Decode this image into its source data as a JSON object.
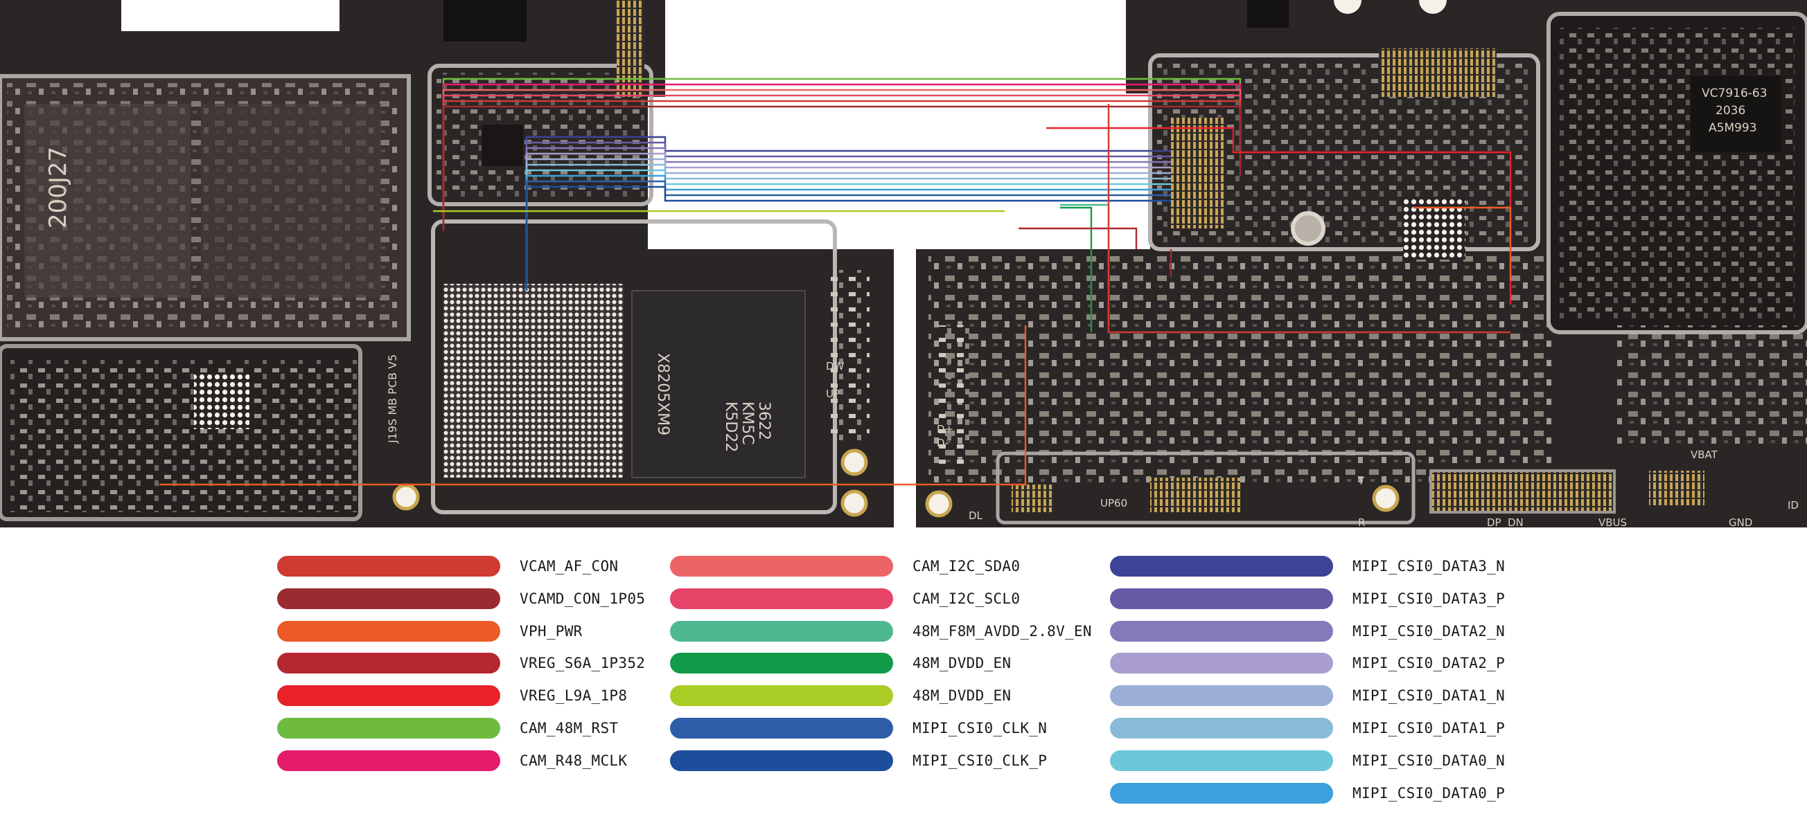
{
  "board": {
    "left_markings": [
      "200J27",
      "J19S MB PCB V5"
    ],
    "chip_markings": [
      "K5D22",
      "KM5C",
      "3622",
      "X8205XM9"
    ],
    "right_markings": [
      "VC7916-63",
      "2036",
      "A5M993"
    ],
    "pad_labels": [
      "DW",
      "UP",
      "UP60",
      "DL",
      "D+",
      "D-",
      "T",
      "R",
      "DP",
      "DN",
      "VBUS",
      "GND",
      "ID",
      "VBAT"
    ]
  },
  "legend": [
    {
      "label": "VCAM_AF_CON",
      "color": "#cf3a33"
    },
    {
      "label": "VCAMD_CON_1P05",
      "color": "#9b2b30"
    },
    {
      "label": "VPH_PWR",
      "color": "#ec5a28"
    },
    {
      "label": "VREG_S6A_1P352",
      "color": "#b5282f"
    },
    {
      "label": "VREG_L9A_1P8",
      "color": "#e8212b"
    },
    {
      "label": "CAM_48M_RST",
      "color": "#6ebb3f"
    },
    {
      "label": "CAM_R48_MCLK",
      "color": "#e41c6b"
    },
    {
      "label": "CAM_I2C_SDA0",
      "color": "#ec6466"
    },
    {
      "label": "CAM_I2C_SCL0",
      "color": "#e54468"
    },
    {
      "label": "48M_F8M_AVDD_2.8V_EN",
      "color": "#4eb88f"
    },
    {
      "label": "48M_DVDD_EN",
      "color": "#129b48"
    },
    {
      "label": "48M_DVDD_EN",
      "color": "#a9cd24"
    },
    {
      "label": "MIPI_CSI0_CLK_N",
      "color": "#2e5da8"
    },
    {
      "label": "MIPI_CSI0_CLK_P",
      "color": "#1d4e9b"
    },
    {
      "label": "MIPI_CSI0_DATA3_N",
      "color": "#3d4495"
    },
    {
      "label": "MIPI_CSI0_DATA3_P",
      "color": "#6659a6"
    },
    {
      "label": "MIPI_CSI0_DATA2_N",
      "color": "#8479bb"
    },
    {
      "label": "MIPI_CSI0_DATA2_P",
      "color": "#a99ecf"
    },
    {
      "label": "MIPI_CSI0_DATA1_N",
      "color": "#9aaed6"
    },
    {
      "label": "MIPI_CSI0_DATA1_P",
      "color": "#89bad6"
    },
    {
      "label": "MIPI_CSI0_DATA0_N",
      "color": "#6dc7db"
    },
    {
      "label": "MIPI_CSI0_DATA0_P",
      "color": "#3d9fdb"
    }
  ],
  "colors": {
    "pcb": "#2b2626",
    "pcb_dark": "#1c1818",
    "shield": "#a9a6a3",
    "gold": "#c9a54f",
    "background": "#ffffff"
  }
}
